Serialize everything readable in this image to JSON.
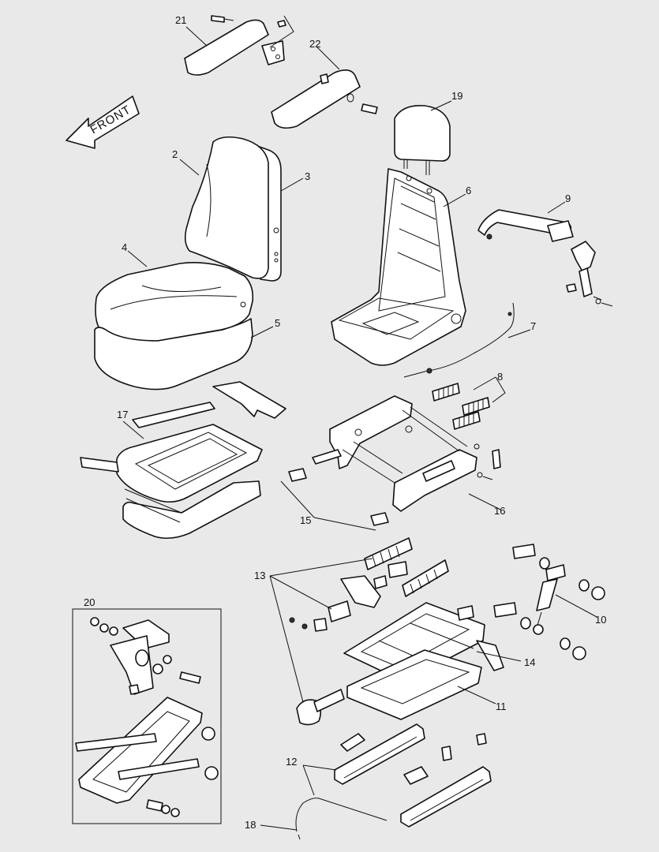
{
  "direction_label": "FRONT",
  "callouts": {
    "c2": "2",
    "c3": "3",
    "c4": "4",
    "c5": "5",
    "c6": "6",
    "c7": "7",
    "c8": "8",
    "c9": "9",
    "c10": "10",
    "c11": "11",
    "c12": "12",
    "c13": "13",
    "c14": "14",
    "c15": "15",
    "c16": "16",
    "c17": "17",
    "c18": "18",
    "c19": "19",
    "c20": "20",
    "c21": "21",
    "c22": "22"
  },
  "colors": {
    "background": "#e9e9e9",
    "line": "#111111",
    "part_fill": "#ffffff"
  }
}
